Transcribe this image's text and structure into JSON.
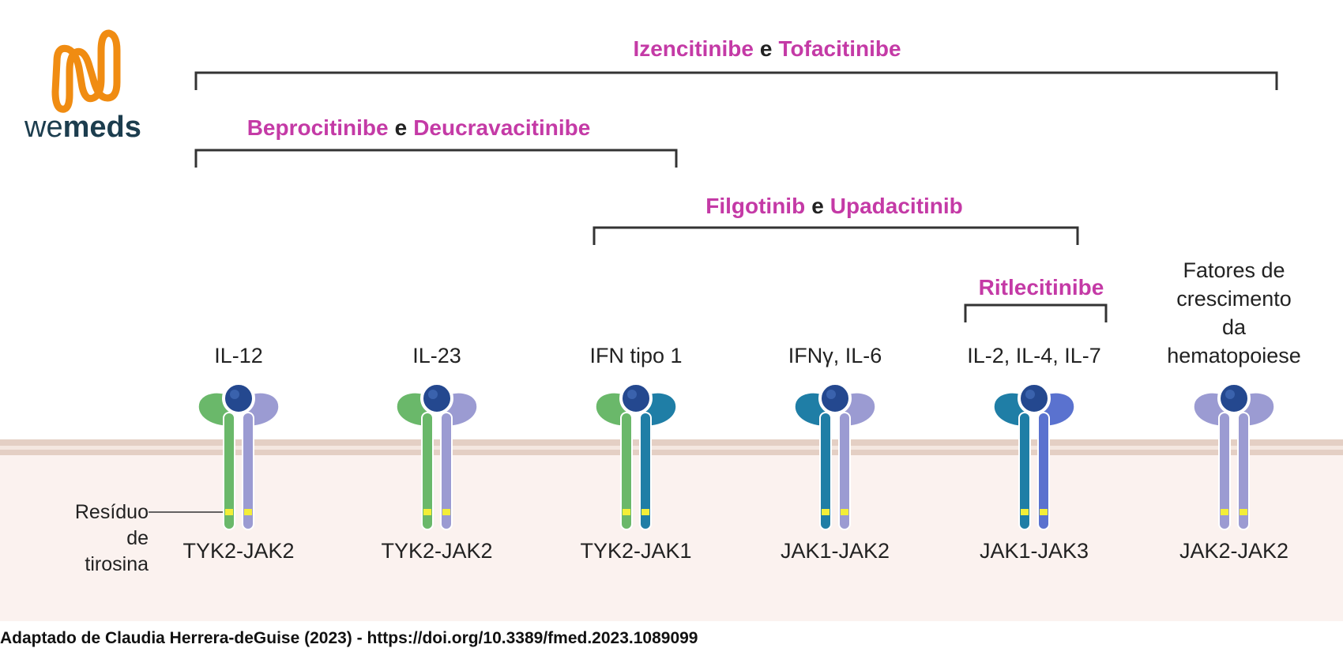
{
  "logo": {
    "text_light": "we",
    "text_bold": "meds",
    "brand_orange": "#f08c12",
    "brand_dark": "#1c3d4e"
  },
  "brackets": [
    {
      "drug_a": "Izencitinibe",
      "conj": "e",
      "drug_b": "Tofacitinibe"
    },
    {
      "drug_a": "Beprocitinibe",
      "conj": "e",
      "drug_b": "Deucravacitinibe"
    },
    {
      "drug_a": "Filgotinib",
      "conj": "e",
      "drug_b": "Upadacitinib"
    },
    {
      "drug_a": "Ritlecitinibe",
      "conj": "",
      "drug_b": ""
    }
  ],
  "receptors": [
    {
      "cytokine": "IL-12",
      "pair": "TYK2-JAK2",
      "left_color": "#6ab86a",
      "right_color": "#9b9bd2"
    },
    {
      "cytokine": "IL-23",
      "pair": "TYK2-JAK2",
      "left_color": "#6ab86a",
      "right_color": "#9b9bd2"
    },
    {
      "cytokine": "IFN tipo 1",
      "pair": "TYK2-JAK1",
      "left_color": "#6ab86a",
      "right_color": "#1f7ea6"
    },
    {
      "cytokine": "IFNγ, IL-6",
      "pair": "JAK1-JAK2",
      "left_color": "#1f7ea6",
      "right_color": "#9b9bd2"
    },
    {
      "cytokine": "IL-2, IL-4, IL-7",
      "pair": "JAK1-JAK3",
      "left_color": "#1f7ea6",
      "right_color": "#5a72cf"
    },
    {
      "cytokine_lines": [
        "Fatores de",
        "crescimento",
        "da",
        "hematopoiese"
      ],
      "pair": "JAK2-JAK2",
      "left_color": "#9b9bd2",
      "right_color": "#9b9bd2"
    }
  ],
  "tyrosine_label": [
    "Resíduo",
    "de",
    "tirosina"
  ],
  "caption": "Adaptado de Claudia Herrera-deGuise (2023) - https://doi.org/10.3389/fmed.2023.1089099",
  "colors": {
    "drug": "#c43aa6",
    "membrane": "#e9d6cc",
    "cytoplasm": "#fbf2ef",
    "ligand": "#24488f",
    "tyrosine": "#f3ee38"
  }
}
